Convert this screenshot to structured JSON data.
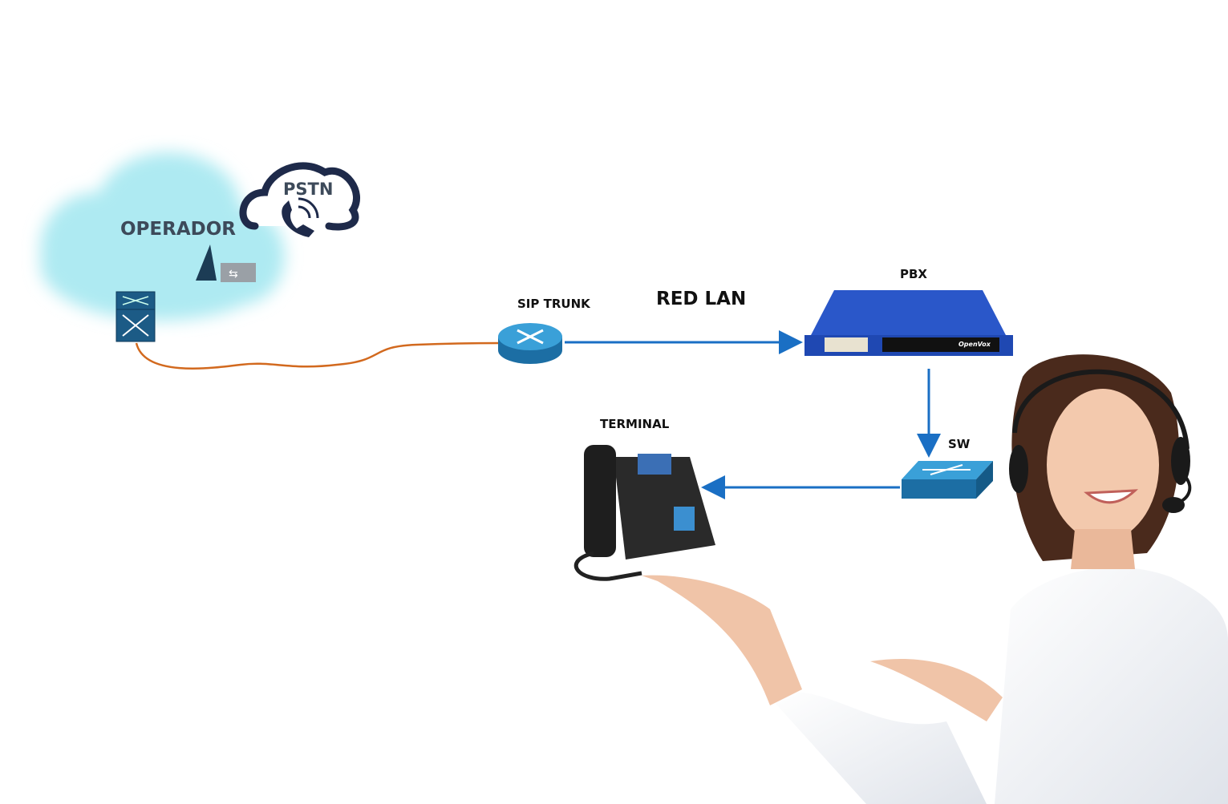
{
  "labels": {
    "operador": "OPERADOR",
    "pstn": "PSTN",
    "sip_trunk": "SIP TRUNK",
    "red_lan": "RED LAN",
    "pbx": "PBX",
    "sw": "SW",
    "terminal": "TERMINAL"
  },
  "pbx_brand": "OpenVox",
  "colors": {
    "cloud": "#aeeaf2",
    "link_blue": "#1a6fc4",
    "trunk_orange": "#d2691e",
    "pbx_blue": "#2a57c9",
    "pstn_navy": "#1e2a4a",
    "device_blue": "#1c5b86"
  }
}
